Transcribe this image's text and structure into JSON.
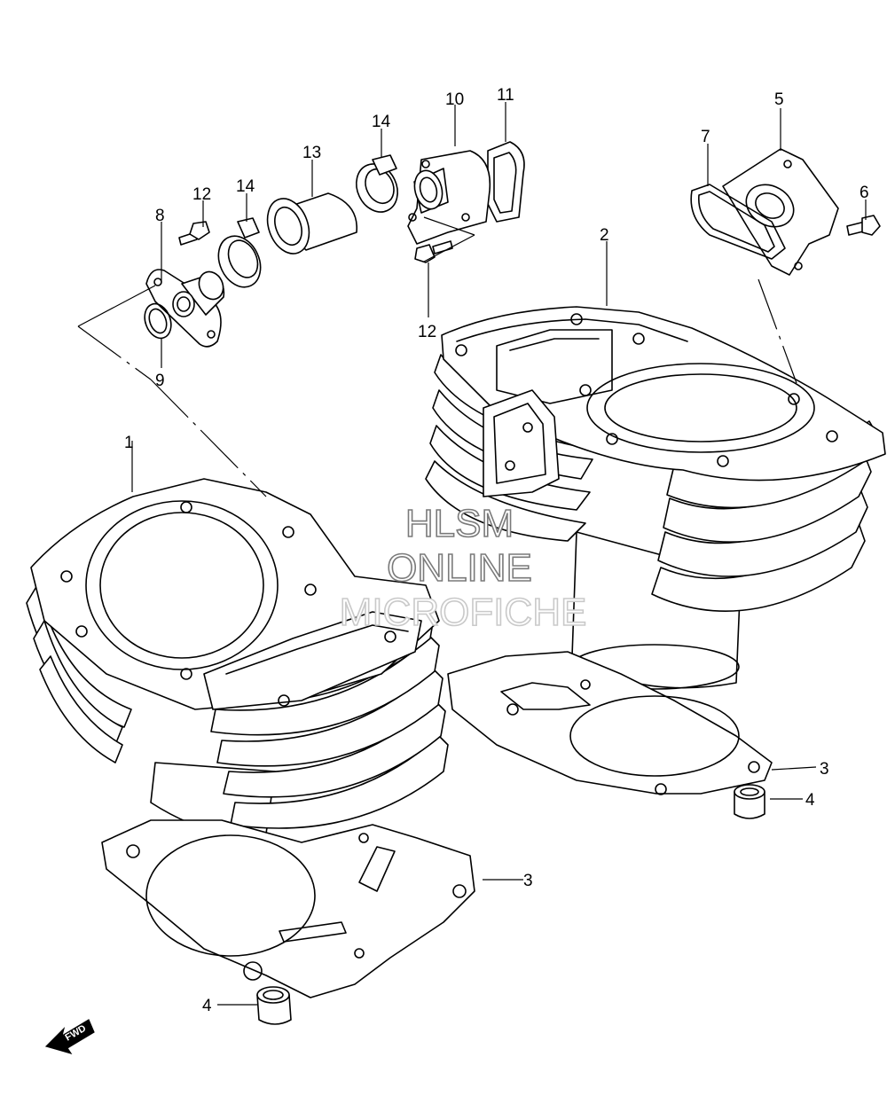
{
  "callouts": [
    {
      "id": "1",
      "text": "1"
    },
    {
      "id": "2",
      "text": "2"
    },
    {
      "id": "3a",
      "text": "3"
    },
    {
      "id": "3b",
      "text": "3"
    },
    {
      "id": "4a",
      "text": "4"
    },
    {
      "id": "4b",
      "text": "4"
    },
    {
      "id": "5",
      "text": "5"
    },
    {
      "id": "6",
      "text": "6"
    },
    {
      "id": "7",
      "text": "7"
    },
    {
      "id": "8",
      "text": "8"
    },
    {
      "id": "9",
      "text": "9"
    },
    {
      "id": "10",
      "text": "10"
    },
    {
      "id": "11",
      "text": "11"
    },
    {
      "id": "12a",
      "text": "12"
    },
    {
      "id": "12b",
      "text": "12"
    },
    {
      "id": "13",
      "text": "13"
    },
    {
      "id": "14a",
      "text": "14"
    },
    {
      "id": "14b",
      "text": "14"
    }
  ],
  "watermark": {
    "line1": "HLSM",
    "line2": "ONLINE",
    "line3": "MICROFICHE"
  },
  "fwd_badge": {
    "text": "FWD"
  },
  "colors": {
    "line": "#000000",
    "background": "#ffffff",
    "watermark_stroke": "#7a7a7a"
  }
}
